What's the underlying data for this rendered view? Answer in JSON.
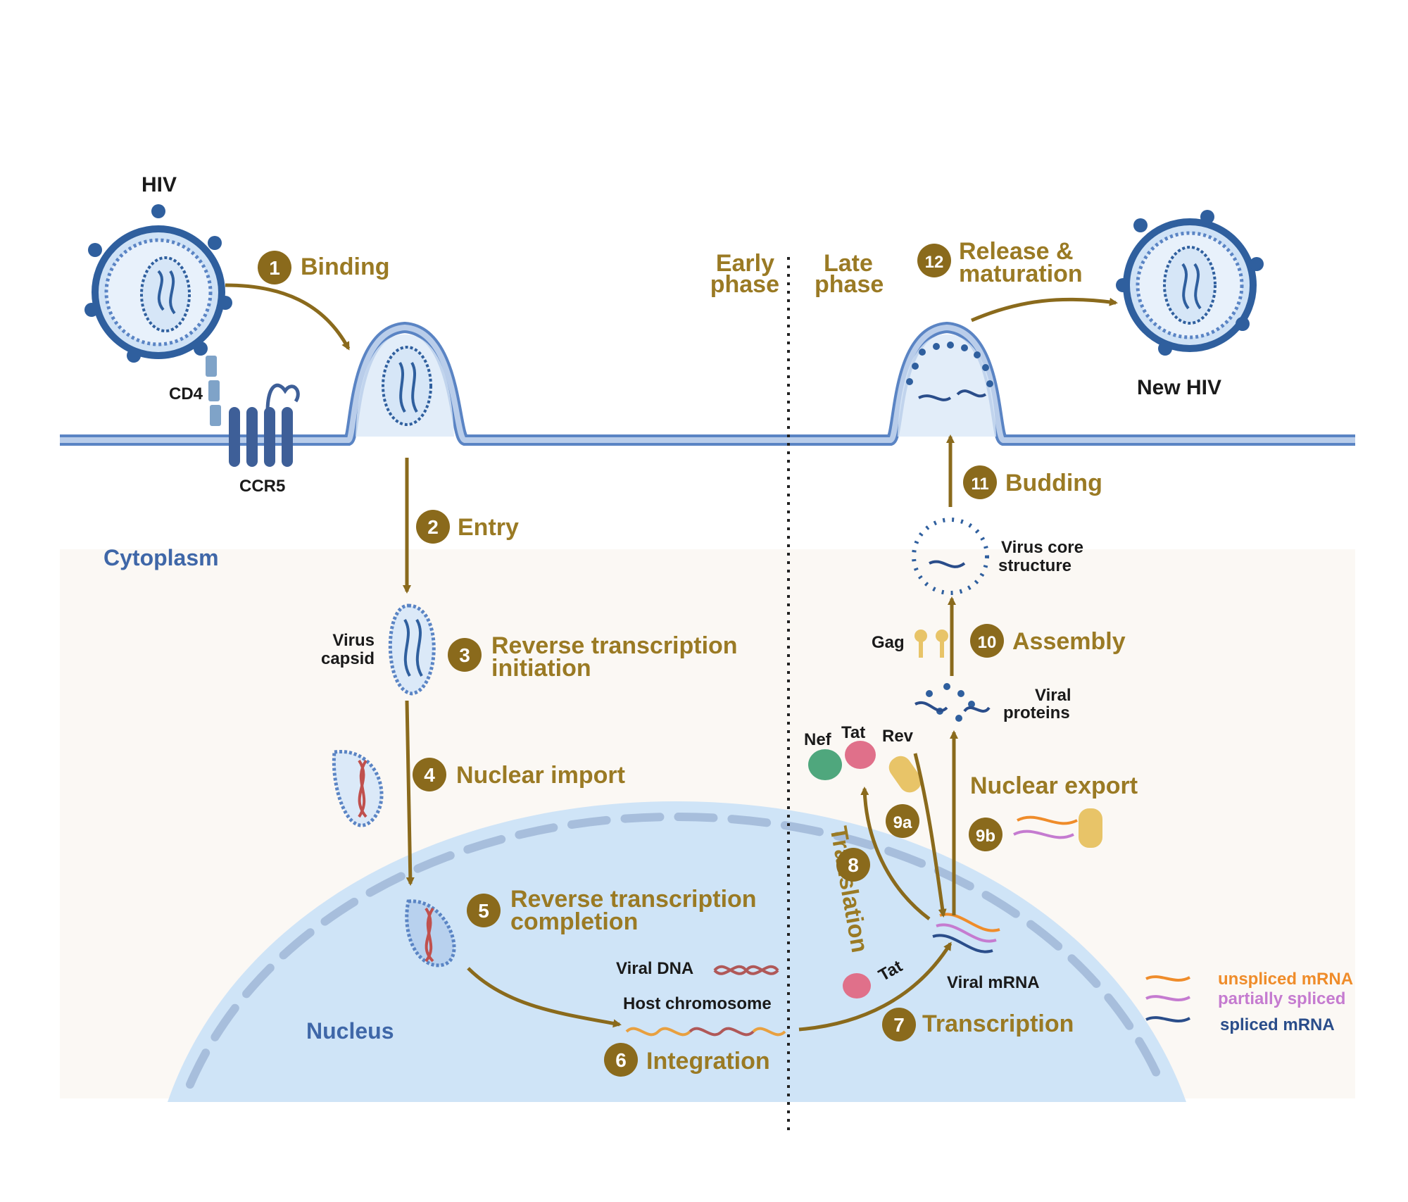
{
  "colors": {
    "step": "#9a7a24",
    "badge": "#8a6a1c",
    "membrane": "#8aaee0",
    "membrane_dark": "#5a84c4",
    "virus_blue": "#2f5f9e",
    "envelope_fill": "#cfe2f6",
    "nucleus_fill": "#cfe4f7",
    "region_text": "#3f67a8",
    "unspliced": "#ef8c2a",
    "partial": "#c57bd0",
    "spliced": "#2a4d8a",
    "nef": "#4fa77d",
    "tat": "#e0708a",
    "rev": "#e8c468"
  },
  "labels": {
    "hiv": "HIV",
    "new_hiv": "New HIV",
    "cd4": "CD4",
    "ccr5": "CCR5",
    "cytoplasm": "Cytoplasm",
    "nucleus": "Nucleus",
    "early_phase": [
      "Early",
      "phase"
    ],
    "late_phase": [
      "Late",
      "phase"
    ],
    "virus_capsid": [
      "Virus",
      "capsid"
    ],
    "viral_dna": "Viral DNA",
    "host_chromosome": "Host chromosome",
    "viral_mrna": "Viral mRNA",
    "virus_core": [
      "Virus core",
      "structure"
    ],
    "gag": "Gag",
    "viral_proteins": [
      "Viral",
      "proteins"
    ],
    "nef": "Nef",
    "tat": "Tat",
    "rev": "Rev",
    "tat2": "Tat",
    "translation": "Translation",
    "nuclear_export": "Nuclear export"
  },
  "steps": [
    {
      "num": "1",
      "text": [
        "Binding"
      ]
    },
    {
      "num": "2",
      "text": [
        "Entry"
      ]
    },
    {
      "num": "3",
      "text": [
        "Reverse transcription",
        "initiation"
      ]
    },
    {
      "num": "4",
      "text": [
        "Nuclear import"
      ]
    },
    {
      "num": "5",
      "text": [
        "Reverse transcription",
        "completion"
      ]
    },
    {
      "num": "6",
      "text": [
        "Integration"
      ]
    },
    {
      "num": "7",
      "text": [
        "Transcription"
      ]
    },
    {
      "num": "8",
      "text": []
    },
    {
      "num": "9a",
      "text": []
    },
    {
      "num": "9b",
      "text": []
    },
    {
      "num": "10",
      "text": [
        "Assembly"
      ]
    },
    {
      "num": "11",
      "text": [
        "Budding"
      ]
    },
    {
      "num": "12",
      "text": [
        "Release &",
        "maturation"
      ]
    }
  ],
  "legend": [
    {
      "label": "unspliced mRNA",
      "color": "#ef8c2a"
    },
    {
      "label": "partially spliced",
      "color": "#c57bd0"
    },
    {
      "label": "spliced mRNA",
      "color": "#2a4d8a"
    }
  ]
}
